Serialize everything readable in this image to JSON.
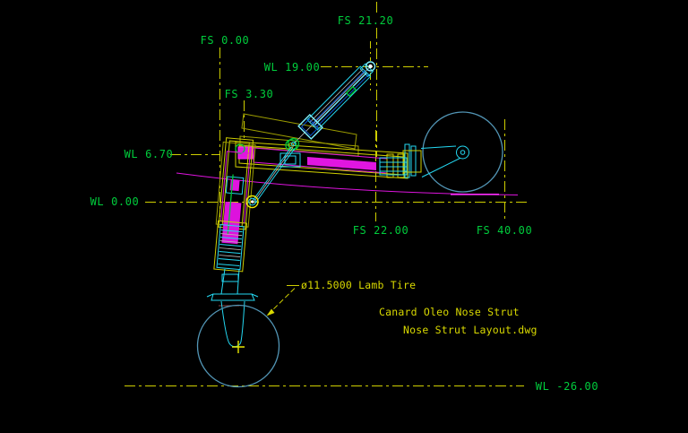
{
  "app": {
    "type": "cad-drawing-viewport",
    "background": "#000000"
  },
  "colors": {
    "reference_line_yellow": "#cfcf00",
    "label_green": "#00cd3c",
    "annotation_yellow": "#d8d800",
    "geometry_cyan": "#24d8f2",
    "wheel_blue": "#5295b5",
    "geometry_magenta": "#ff2cff",
    "pivot_green": "#00c838"
  },
  "reference_labels": {
    "fs_21_20": "FS 21.20",
    "fs_0_00": "FS 0.00",
    "wl_19_00": "WL 19.00",
    "fs_3_30": "FS 3.30",
    "wl_6_70": "WL 6.70",
    "wl_0_00": "WL 0.00",
    "fs_22_00": "FS 22.00",
    "fs_40_00": "FS 40.00",
    "wl_neg_26_00": "WL -26.00"
  },
  "annotations": {
    "tire_diameter": "ø11.5000 Lamb Tire",
    "drawing_title": "Canard Oleo Nose Strut",
    "drawing_file": "Nose Strut Layout.dwg"
  }
}
